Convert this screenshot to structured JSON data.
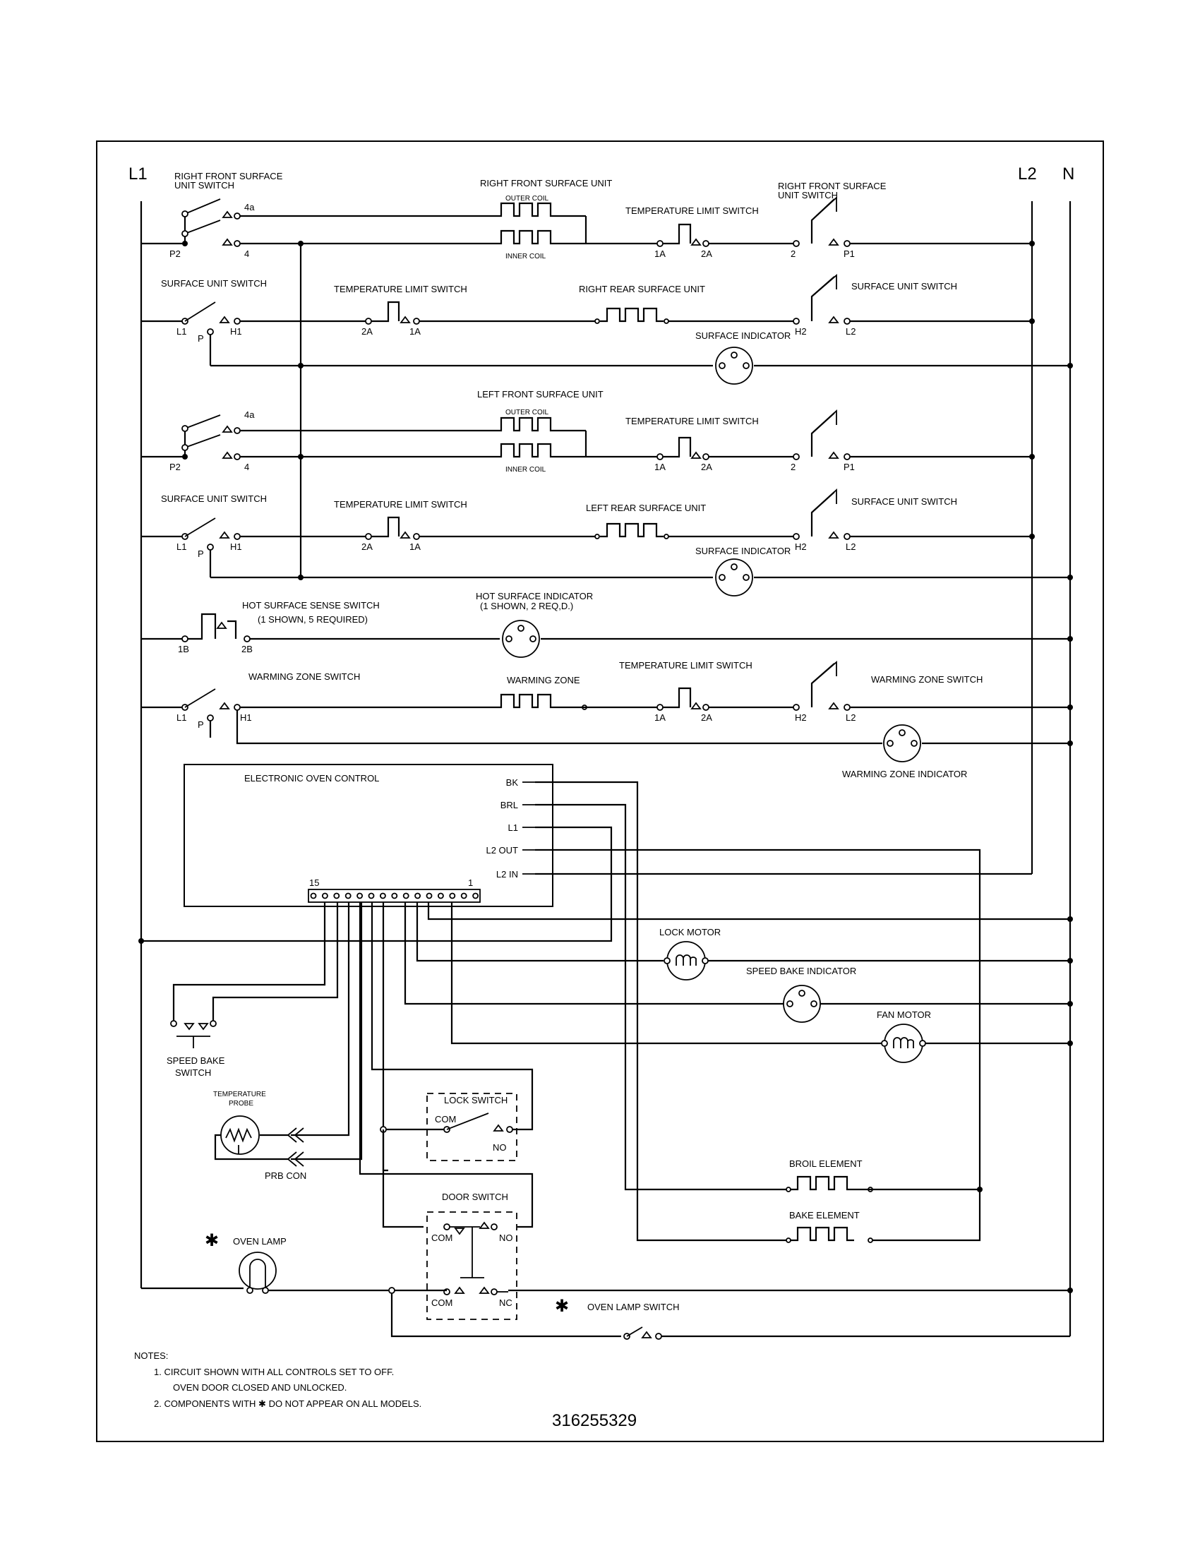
{
  "rails": {
    "l1": "L1",
    "l2": "L2",
    "n": "N"
  },
  "row1": {
    "switch_label": "RIGHT FRONT SURFACE\nUNIT SWITCH",
    "t_4a": "4a",
    "t_p2": "P2",
    "t_4": "4",
    "unit_label": "RIGHT FRONT SURFACE UNIT",
    "outer": "OUTER COIL",
    "inner": "INNER COIL",
    "limit_label": "TEMPERATURE LIMIT SWITCH",
    "t_1a": "1A",
    "t_2a": "2A",
    "t_2": "2",
    "t_p1": "P1",
    "sw2_label": "RIGHT FRONT SURFACE\nUNIT SWITCH"
  },
  "row2": {
    "switch_label": "SURFACE UNIT SWITCH",
    "t_l1": "L1",
    "t_p": "P",
    "t_h1": "H1",
    "limit_label": "TEMPERATURE LIMIT SWITCH",
    "t_2a": "2A",
    "t_1a": "1A",
    "unit_label": "RIGHT REAR SURFACE UNIT",
    "sw2_label": "SURFACE UNIT SWITCH",
    "t_h2": "H2",
    "t_l2": "L2",
    "indicator": "SURFACE INDICATOR"
  },
  "row3": {
    "t_4a": "4a",
    "t_p2": "P2",
    "t_4": "4",
    "unit_label": "LEFT FRONT SURFACE UNIT",
    "outer": "OUTER COIL",
    "inner": "INNER COIL",
    "limit_label": "TEMPERATURE LIMIT SWITCH",
    "t_1a": "1A",
    "t_2a": "2A",
    "t_2": "2",
    "t_p1": "P1"
  },
  "row4": {
    "switch_label": "SURFACE UNIT SWITCH",
    "t_l1": "L1",
    "t_p": "P",
    "t_h1": "H1",
    "limit_label": "TEMPERATURE LIMIT SWITCH",
    "t_2a": "2A",
    "t_1a": "1A",
    "unit_label": "LEFT REAR SURFACE UNIT",
    "sw2_label": "SURFACE UNIT SWITCH",
    "t_h2": "H2",
    "t_l2": "L2",
    "indicator": "SURFACE INDICATOR"
  },
  "row5": {
    "switch_label": "HOT SURFACE SENSE SWITCH\n(1 SHOWN, 5 REQUIRED)",
    "t_1b": "1B",
    "t_2b": "2B",
    "indicator": "HOT SURFACE INDICATOR\n(1 SHOWN, 2 REQ,D.)"
  },
  "row6": {
    "switch_label": "WARMING ZONE SWITCH",
    "t_l1": "L1",
    "t_p": "P",
    "t_h1": "H1",
    "zone_label": "WARMING ZONE",
    "limit_label": "TEMPERATURE LIMIT SWITCH",
    "t_1a": "1A",
    "t_2a": "2A",
    "sw2_label": "WARMING ZONE SWITCH",
    "t_h2": "H2",
    "t_l2": "L2",
    "indicator": "WARMING ZONE INDICATOR"
  },
  "eoc": {
    "title": "ELECTRONIC OVEN CONTROL",
    "pins": [
      "BK",
      "BRL",
      "L1",
      "L2 OUT",
      "L2 IN"
    ],
    "t_15": "15",
    "t_1": "1"
  },
  "components": {
    "lock_motor": "LOCK MOTOR",
    "speed_bake_indicator": "SPEED BAKE INDICATOR",
    "fan_motor": "FAN MOTOR",
    "speed_bake_switch": "SPEED BAKE\nSWITCH",
    "temp_probe": "TEMPERATURE\nPROBE",
    "prb_con": "PRB CON",
    "lock_switch": "LOCK SWITCH",
    "lock_com": "COM",
    "lock_no": "NO",
    "door_switch": "DOOR SWITCH",
    "door_com1": "COM",
    "door_no": "NO",
    "door_com2": "COM",
    "door_nc": "NC",
    "broil": "BROIL ELEMENT",
    "bake": "BAKE ELEMENT",
    "oven_lamp": "OVEN LAMP",
    "oven_lamp_switch": "OVEN LAMP SWITCH",
    "asterisk": "✱"
  },
  "notes": {
    "heading": "NOTES:",
    "n1a": "1.  CIRCUIT SHOWN WITH ALL CONTROLS SET TO OFF.",
    "n1b": "OVEN DOOR CLOSED AND UNLOCKED.",
    "n2": "2.  COMPONENTS WITH  ✱ DO NOT APPEAR ON ALL MODELS."
  },
  "part_number": "316255329"
}
